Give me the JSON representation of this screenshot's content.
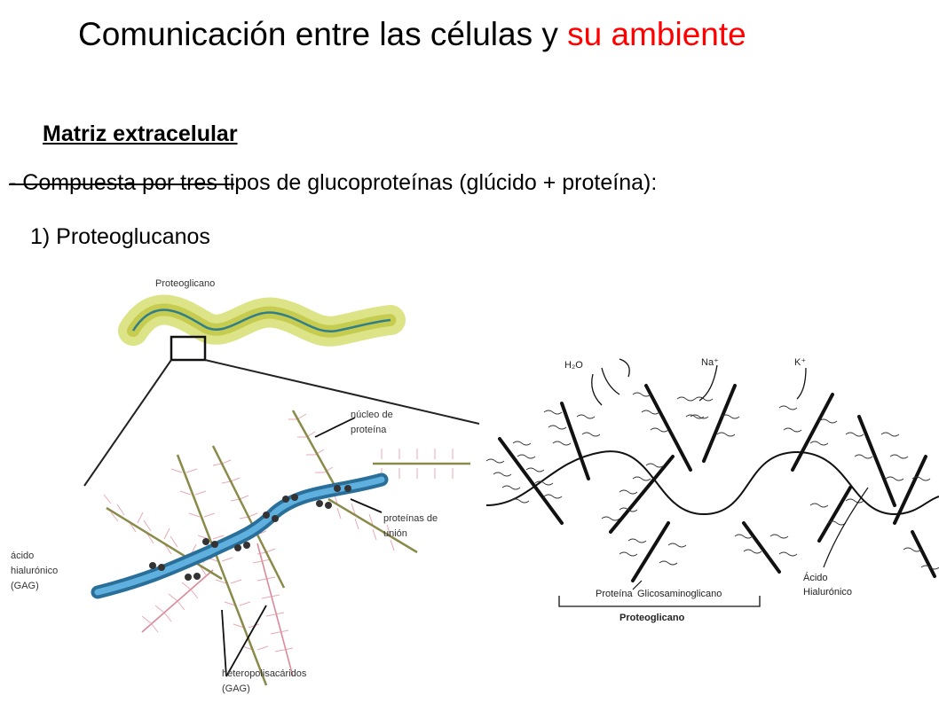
{
  "title": {
    "main": "Comunicación entre las células y ",
    "accent": "su ambiente"
  },
  "colors": {
    "accent": "#ff0000",
    "hyaluronic": "#3d90c0",
    "gag": "#d98a9a",
    "core": "#8a8a4a"
  },
  "heading": "Matriz extracelular",
  "line1": {
    "struck": "- Compuesta por tres ti",
    "rest": "pos de glucoproteínas (glúcido + proteína):"
  },
  "item1": "1) Proteoglucanos",
  "left_diagram": {
    "top_label": "Proteoglicano",
    "nucleo": [
      "núcleo de",
      "proteína"
    ],
    "union": [
      "proteínas de",
      "unión"
    ],
    "hialuronico": [
      "ácido",
      "hialurónico",
      "(GAG)"
    ],
    "hetero": [
      "heteropolisacáridos",
      "(GAG)"
    ]
  },
  "right_diagram": {
    "water": "H₂O",
    "sodium": "Na⁺",
    "potassium": "K⁺",
    "proteina": "Proteína",
    "glicosamino": "Glicosaminoglicano",
    "proteoglicano": "Proteoglicano",
    "acido": [
      "Ácido",
      "Hialurónico"
    ]
  }
}
